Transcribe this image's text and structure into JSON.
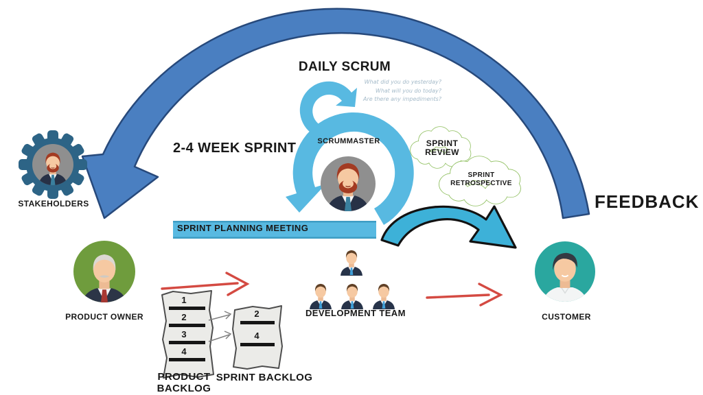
{
  "labels": {
    "daily_scrum": "DAILY SCRUM",
    "sprint_length": "2-4 WEEK SPRINT",
    "scrummaster": "SCRUMMASTER",
    "sprint_planning_meeting": "SPRINT PLANNING MEETING",
    "feedback": "FEEDBACK",
    "stakeholders": "STAKEHOLDERS",
    "product_owner": "PRODUCT OWNER",
    "development_team": "DEVELOPMENT TEAM",
    "customer": "CUSTOMER"
  },
  "daily_scrum_questions": [
    "What did you do yesterday?",
    "What will you do today?",
    "Are there any impediments?"
  ],
  "clouds": {
    "sprint_review": {
      "line1": "SPRINT",
      "line2": "REVIEW"
    },
    "sprint_retrospective": {
      "line1": "SPRINT",
      "line2": "RETROSPECTIVE"
    }
  },
  "product_backlog": {
    "label_line1": "PRODUCT",
    "label_line2": "BACKLOG",
    "items": [
      "1",
      "2",
      "3",
      "4"
    ]
  },
  "sprint_backlog": {
    "label": "SPRINT BACKLOG",
    "items": [
      "2",
      "4"
    ]
  },
  "colors": {
    "arc_blue": "#4a7fc1",
    "arc_border": "#27497b",
    "sprint_blue": "#58b9e1",
    "arrow_teal": "#3db1d8",
    "arrow_red": "#d44a42",
    "cloud_green": "#8fbf5f",
    "gear_blue": "#2d6486",
    "owner_green": "#6f9c3d",
    "customer_teal": "#2aa79f",
    "avatar_circle_gray": "#8f8f8f",
    "paper_gray": "#ebebe8"
  }
}
